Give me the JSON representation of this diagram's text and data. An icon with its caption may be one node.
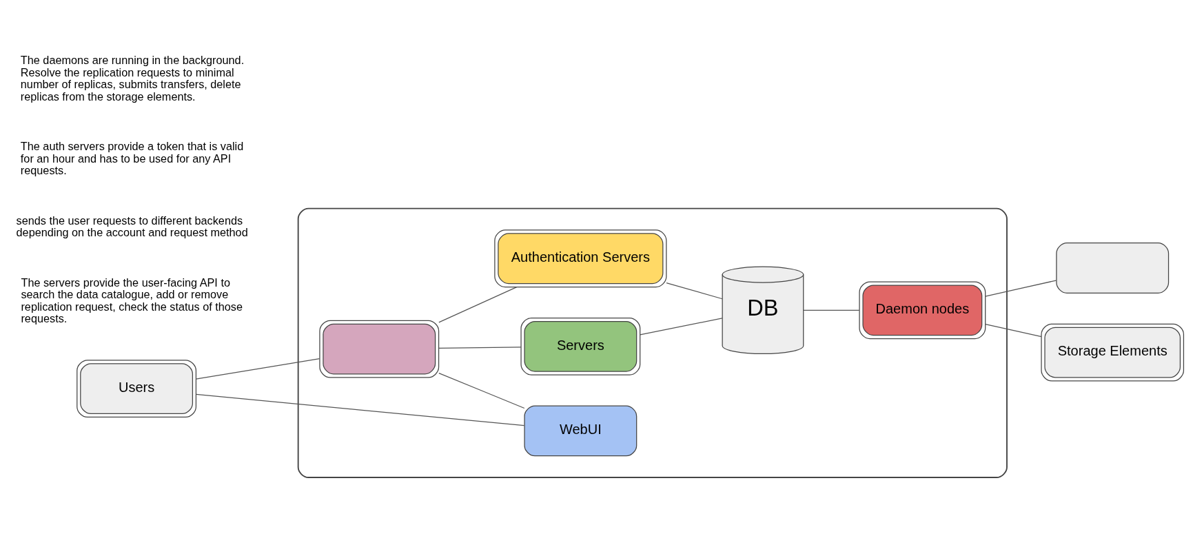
{
  "diagram": {
    "nodes": [
      {
        "text": [],
        "shape": "box"
      },
      {
        "text": [
          "Users"
        ]
      },
      {
        "text": [],
        "shape": "box",
        "in": 0
      },
      {
        "text": [
          "WebUI"
        ],
        "in": 0
      },
      {
        "text": [
          "Servers"
        ],
        "in": 0
      },
      {
        "text": [
          "Authentication Servers"
        ],
        "in": 0
      },
      {
        "text": [
          "DB"
        ],
        "in": 0
      },
      {
        "text": [
          "Daemon nodes"
        ],
        "in": 0
      },
      {
        "text": [],
        "shape": "box"
      },
      {
        "text": [
          "Storage Elements"
        ]
      }
    ],
    "edges": [
      {
        "from": 1,
        "to": 2,
        "arrow": "none"
      },
      {
        "from": 1,
        "to": 3,
        "arrow": "none"
      },
      {
        "from": 2,
        "to": 3,
        "arrow": "none"
      },
      {
        "from": 2,
        "to": 4,
        "arrow": "none"
      },
      {
        "from": 2,
        "to": 5,
        "arrow": "none"
      },
      {
        "from": 4,
        "to": 6,
        "arrow": "none"
      },
      {
        "from": 5,
        "to": 6,
        "arrow": "none"
      },
      {
        "from": 6,
        "to": 7,
        "arrow": "none"
      },
      {
        "from": 7,
        "to": 8,
        "arrow": "none"
      },
      {
        "from": 7,
        "to": 9,
        "arrow": "none"
      }
    ],
    "labels": [
      "The servers provide the user-facing API to search the data catalogue, add or remove replication request, check the status of those requests.",
      "sends the user requests to different backends depending on the account and request method",
      "The auth servers provide a token that is valid for an hour and has to be used for any API requests.",
      "The daemons are running in the background. Resolve the replication requests to minimal number of replicas, submits transfers, delete replicas from the storage elements."
    ]
  }
}
